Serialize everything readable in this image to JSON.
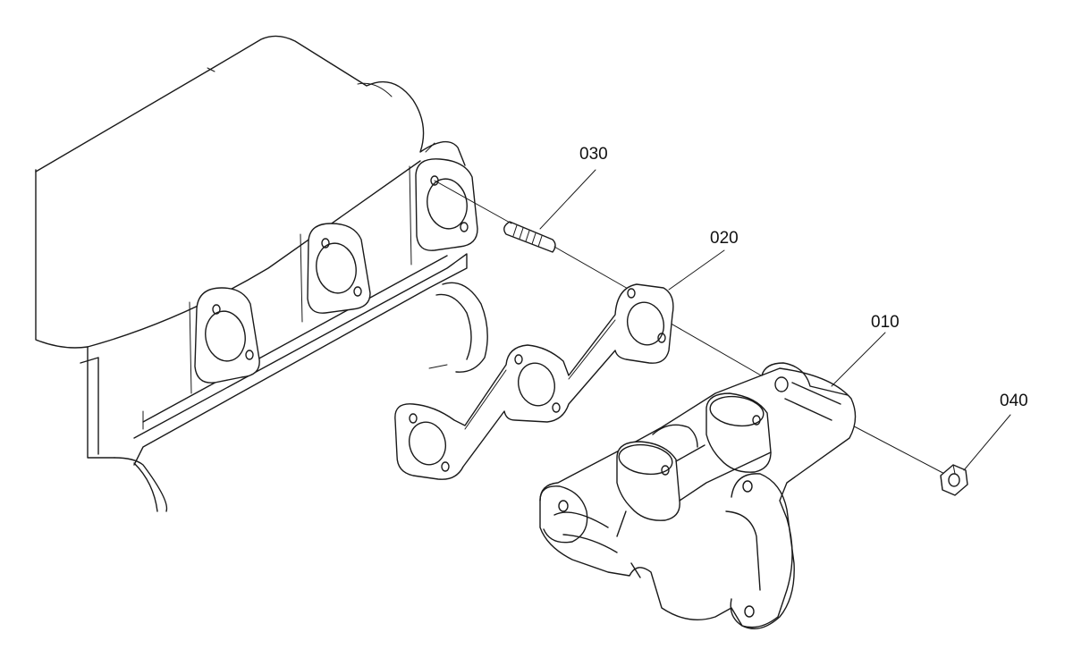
{
  "callouts": [
    {
      "id": "stud",
      "label": "030"
    },
    {
      "id": "gasket",
      "label": "020"
    },
    {
      "id": "manifold",
      "label": "010"
    },
    {
      "id": "nut",
      "label": "040"
    }
  ]
}
